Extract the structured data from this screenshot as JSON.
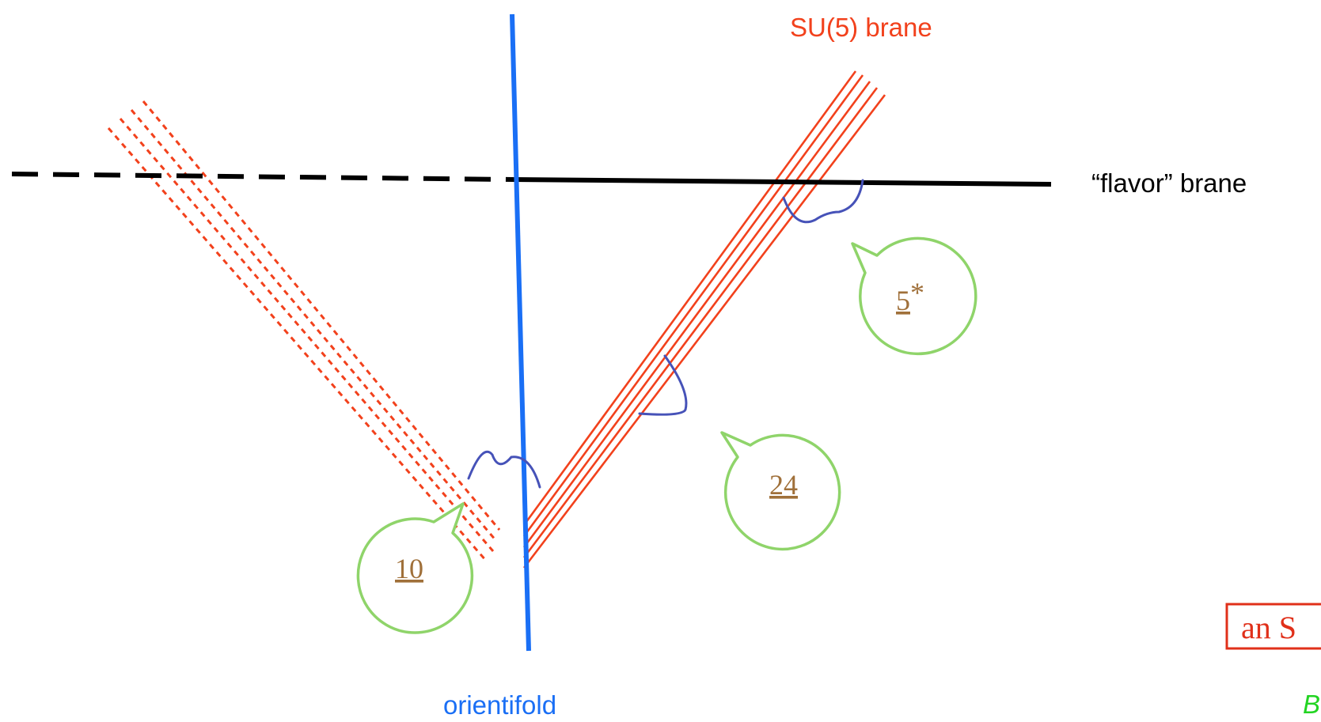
{
  "labels": {
    "su5_brane": "SU(5) brane",
    "flavor_brane": "“flavor” brane",
    "orientifold": "orientifold"
  },
  "bubbles": {
    "five_star": {
      "main": "5",
      "suffix": "*"
    },
    "twenty_four": "24",
    "ten": "10"
  },
  "clipped": {
    "boxed_text": "an S",
    "green_text": "B"
  },
  "colors": {
    "su5_red": "#f2411c",
    "orientifold_blue": "#1a6ff5",
    "string_blue": "#4652b8",
    "bubble_green": "#8fd46a",
    "rep_brown": "#a0703a",
    "clipped_green": "#22d422",
    "black": "#000000"
  }
}
